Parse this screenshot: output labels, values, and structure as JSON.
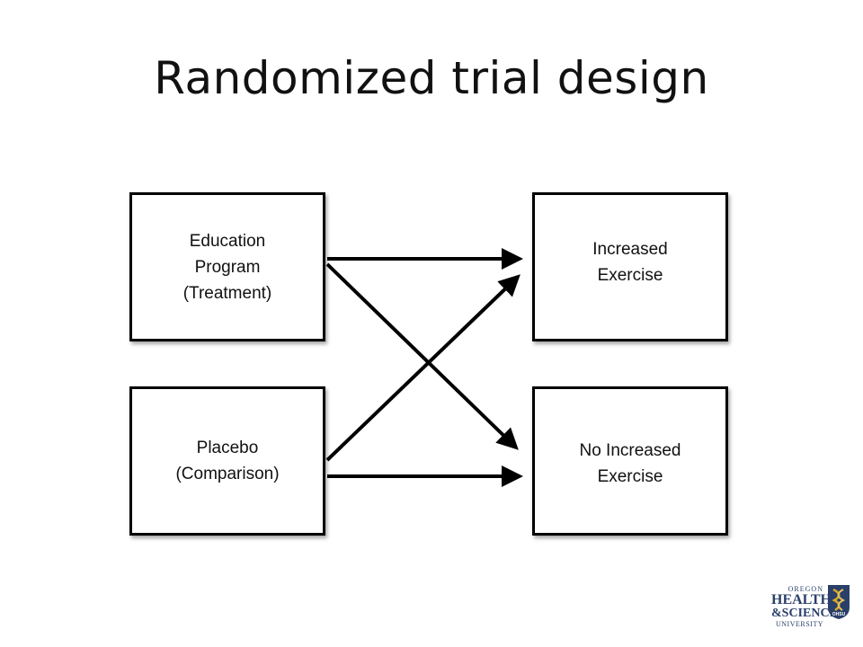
{
  "title": "Randomized trial design",
  "boxes": {
    "treatment": "Education\nProgram\n(Treatment)",
    "comparison": "Placebo\n(Comparison)",
    "increased": "Increased\nExercise",
    "no_increased": "No Increased\nExercise"
  },
  "logo": {
    "line1": "OREGON",
    "line2": "HEALTH",
    "line3": "&SCIENCE",
    "line4": "UNIVERSITY",
    "badge": "OHSU"
  },
  "colors": {
    "logo_blue": "#2a3f6a",
    "logo_gold": "#d6a92a"
  }
}
